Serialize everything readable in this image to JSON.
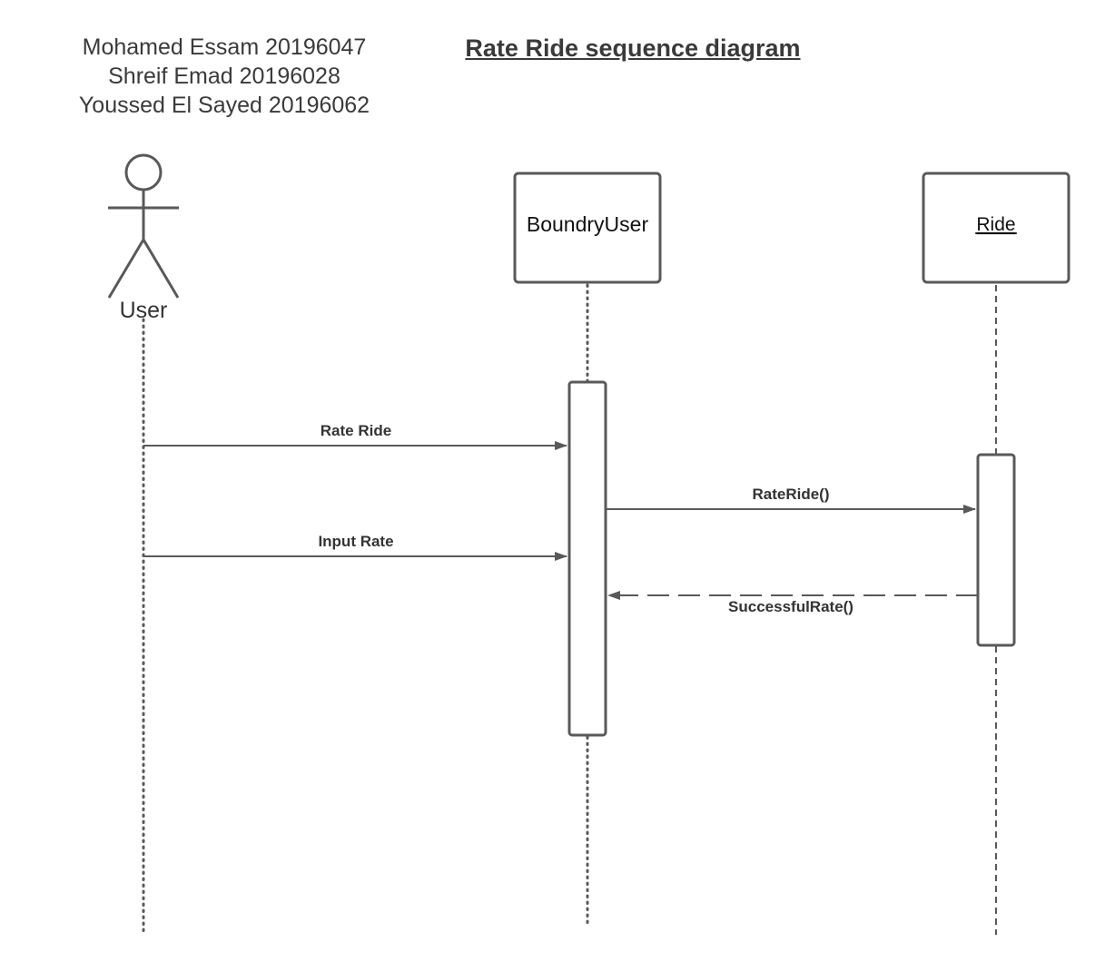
{
  "authors": [
    "Mohamed Essam 20196047",
    "Shreif Emad 20196028",
    "Youssed El Sayed 20196062"
  ],
  "title": "Rate Ride sequence diagram",
  "participants": {
    "actor": {
      "label": "User",
      "type": "actor"
    },
    "boundary": {
      "label": "BoundryUser",
      "type": "object"
    },
    "entity": {
      "label": "Ride",
      "type": "object",
      "underlined": true
    }
  },
  "messages": [
    {
      "label": "Rate Ride",
      "from": "User",
      "to": "BoundryUser",
      "style": "solid"
    },
    {
      "label": "RateRide()",
      "from": "BoundryUser",
      "to": "Ride",
      "style": "solid"
    },
    {
      "label": "Input Rate",
      "from": "User",
      "to": "BoundryUser",
      "style": "solid"
    },
    {
      "label": "SuccessfulRate()",
      "from": "Ride",
      "to": "BoundryUser",
      "style": "dashed"
    }
  ],
  "colors": {
    "stroke": "#595959",
    "text": "#333333"
  }
}
